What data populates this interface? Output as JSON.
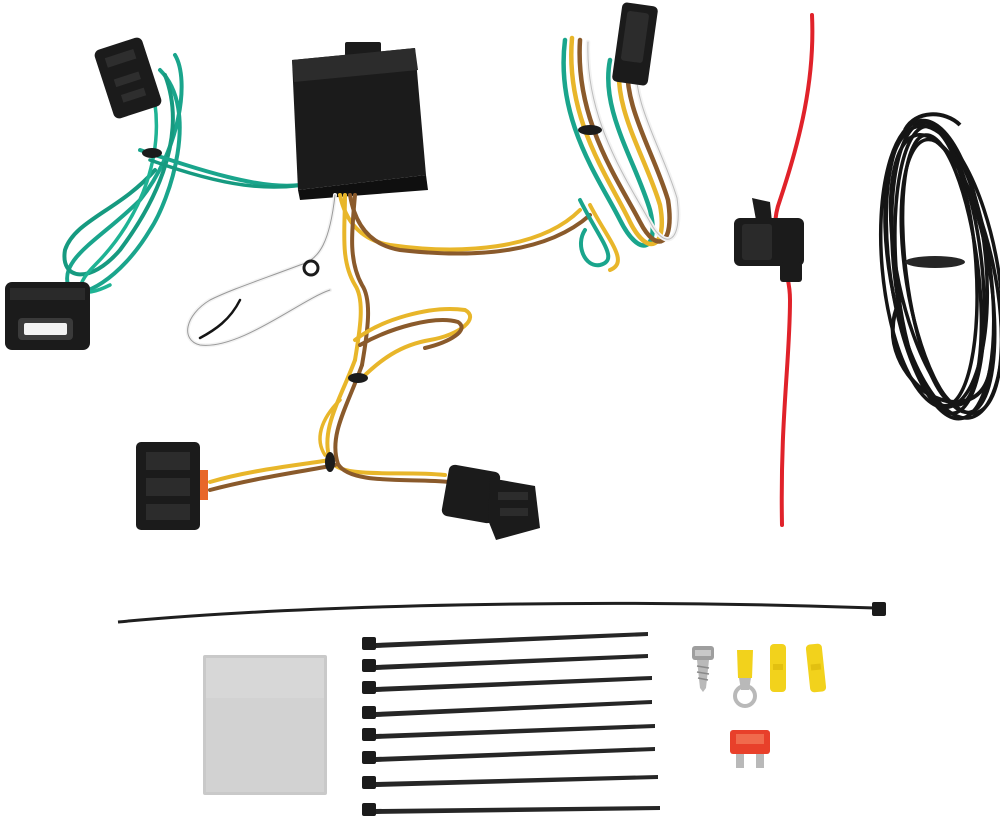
{
  "colors": {
    "background": "#ffffff",
    "plastic_black": "#1b1b1b",
    "plastic_dark": "#2a2a2a",
    "wire_green": "#1aa58c",
    "wire_yellow": "#e8b62a",
    "wire_brown": "#8a5a2b",
    "wire_white": "#f2f2f2",
    "wire_red": "#e0222a",
    "wire_black": "#151515",
    "connector_orange": "#e8672a",
    "butt_connector_yellow": "#f2d21c",
    "fuse_red": "#e8402a",
    "metal_silver": "#b9b9b9",
    "adhesive_pad": "#c9c9c9"
  },
  "items": {
    "module": "black-module-box",
    "power_wire": "red-fused-power-wire",
    "ground_spool": "black-wire-coil",
    "harness_left": "green-wire-harness",
    "harness_right": "four-way-flat-connector",
    "harness_bottom": "yellow-brown-harness",
    "hardware": [
      "adhesive-pad",
      "cable-ties",
      "self-tapping-screw",
      "ring-terminal",
      "butt-connectors",
      "blade-fuse"
    ]
  }
}
